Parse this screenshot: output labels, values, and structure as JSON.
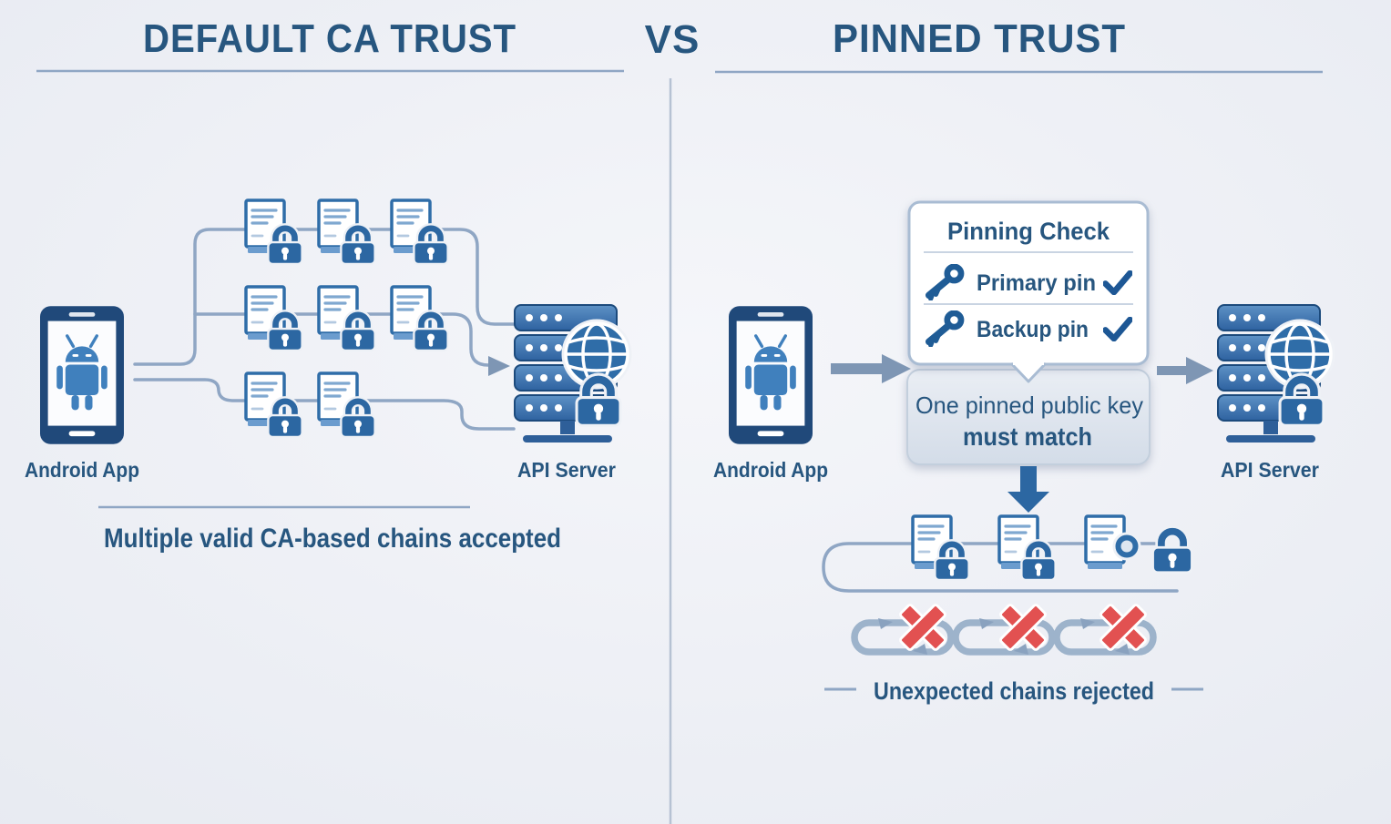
{
  "header": {
    "left_title": "DEFAULT CA TRUST",
    "separator": "VS",
    "right_title": "PINNED TRUST"
  },
  "left_panel": {
    "device_label": "Android App",
    "server_label": "API Server",
    "caption": "Multiple valid CA-based chains accepted",
    "certificate_chain_rows": [
      3,
      3,
      2
    ]
  },
  "right_panel": {
    "device_label": "Android App",
    "server_label": "API Server",
    "pinning_box": {
      "title": "Pinning Check",
      "rows": [
        {
          "icon": "key-icon",
          "label": "Primary pin",
          "status": "check"
        },
        {
          "icon": "key-icon",
          "label": "Backup pin",
          "status": "check"
        }
      ]
    },
    "note_line1": "One pinned public key",
    "note_line2": "must match",
    "caption": "Unexpected chains rejected",
    "rejected_chain_count": 3
  },
  "colors": {
    "background": "#eef0f5",
    "title_blue": "#2b5b8b",
    "vs_gray_blue": "#8ba3c2",
    "icon_dark_blue": "#2c67a2",
    "robot_blue": "#4080bd",
    "connector_slate": "#8fa6c4",
    "reject_red": "#e25151"
  }
}
